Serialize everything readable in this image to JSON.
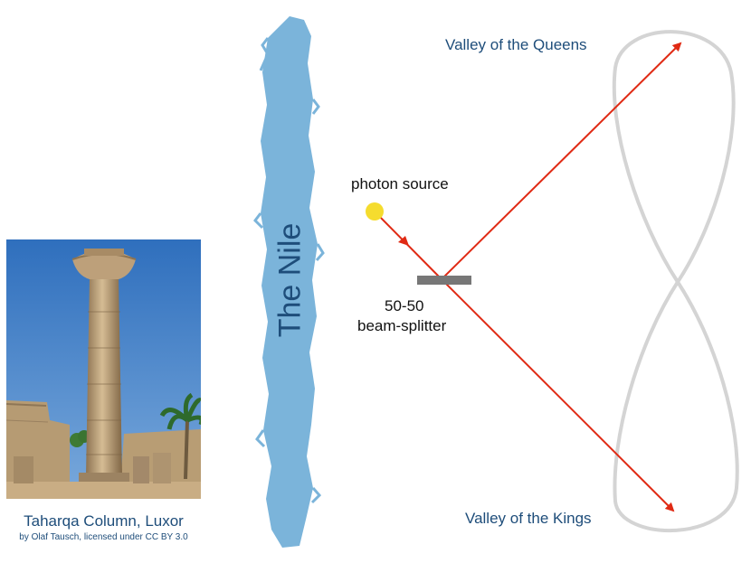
{
  "photo": {
    "caption": "Taharqa Column, Luxor",
    "credit": "by Olaf Tausch, licensed under CC BY 3.0"
  },
  "river": {
    "label": "The Nile"
  },
  "setup": {
    "source_label": "photon source",
    "splitter_label_line1": "50-50",
    "splitter_label_line2": "beam-splitter",
    "destination_top": "Valley of the Queens",
    "destination_bottom": "Valley of the Kings"
  },
  "colors": {
    "label_text": "#1e4d7a",
    "river": "#7bb4da",
    "beam": "#e02a14",
    "photon": "#f5dc2e",
    "splitter": "#777777",
    "loop": "#d4d4d4",
    "sky": "#3f7fc7",
    "stone": "#b89a72"
  }
}
